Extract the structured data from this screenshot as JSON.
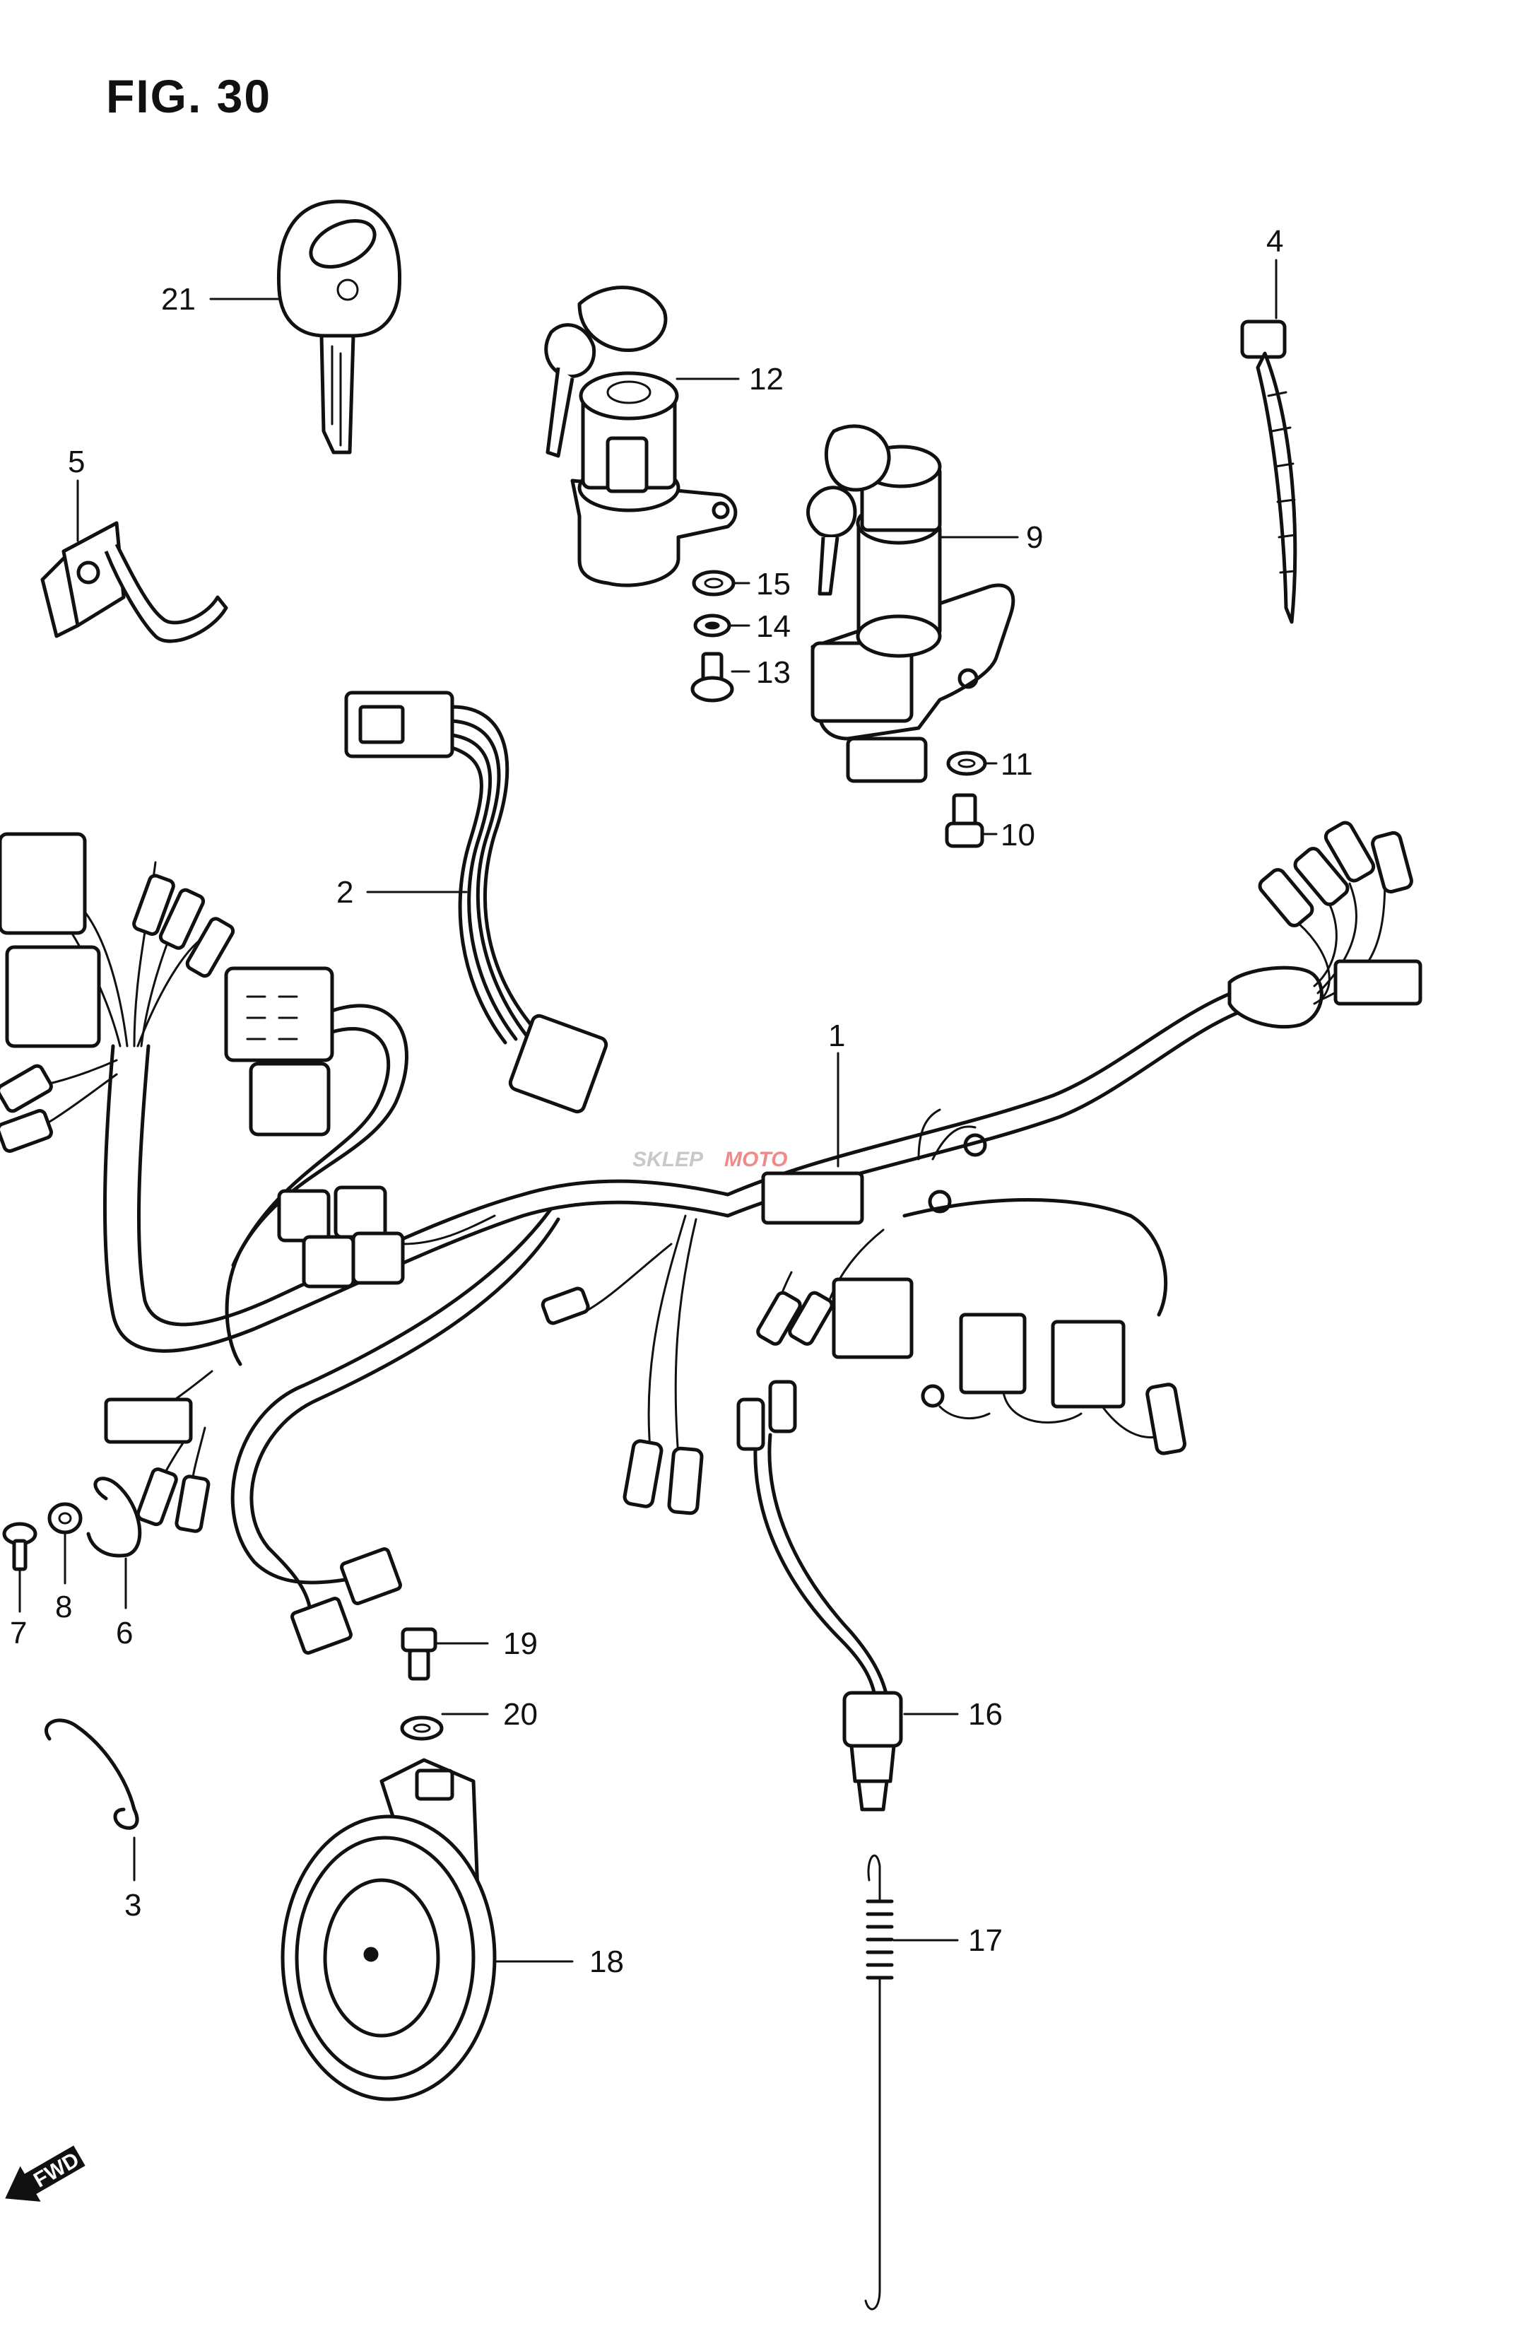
{
  "figure": {
    "title": "FIG. 30"
  },
  "parts": [
    {
      "no": "1"
    },
    {
      "no": "2"
    },
    {
      "no": "3"
    },
    {
      "no": "4"
    },
    {
      "no": "5"
    },
    {
      "no": "6"
    },
    {
      "no": "7"
    },
    {
      "no": "8"
    },
    {
      "no": "9"
    },
    {
      "no": "10"
    },
    {
      "no": "11"
    },
    {
      "no": "12"
    },
    {
      "no": "13"
    },
    {
      "no": "14"
    },
    {
      "no": "15"
    },
    {
      "no": "16"
    },
    {
      "no": "17"
    },
    {
      "no": "18"
    },
    {
      "no": "19"
    },
    {
      "no": "20"
    },
    {
      "no": "21"
    }
  ],
  "direction_marker": {
    "label": "FWD"
  },
  "watermark": {
    "brand_a": "SKLEP",
    "brand_b": "MOTO"
  }
}
